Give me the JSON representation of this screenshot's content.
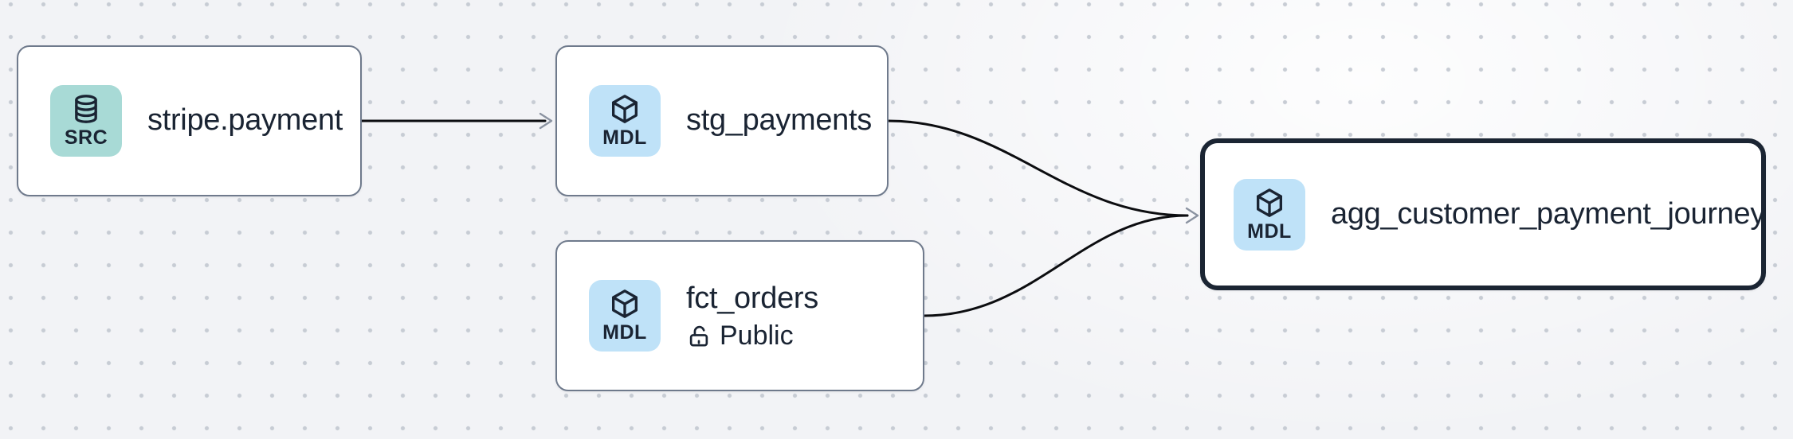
{
  "canvas": {
    "type": "lineage-graph",
    "grid": "dotted"
  },
  "colors": {
    "canvas_background": "#f2f3f6",
    "grid_dot": "#c7ccd4",
    "node_background": "#ffffff",
    "node_border": "#6f7a8c",
    "selected_node_border": "#1b2533",
    "source_badge_background": "#a8dad6",
    "model_badge_background": "#bfe2f8",
    "text": "#1a2433",
    "edge": "#0c0d10",
    "arrowhead": "#8b93a1"
  },
  "nodes": [
    {
      "title": "stripe.payment",
      "badge_label": "SRC",
      "badge_icon": "database-icon",
      "type": "source",
      "selected": false
    },
    {
      "title": "stg_payments",
      "badge_label": "MDL",
      "badge_icon": "cube-icon",
      "type": "model",
      "selected": false
    },
    {
      "title": "fct_orders",
      "badge_label": "MDL",
      "badge_icon": "cube-icon",
      "type": "model",
      "access": "Public",
      "access_icon": "unlock-icon",
      "selected": false
    },
    {
      "title": "agg_customer_payment_journey",
      "badge_label": "MDL",
      "badge_icon": "cube-icon",
      "type": "model",
      "selected": true
    }
  ],
  "edges": [
    {
      "from": "stripe.payment",
      "to": "stg_payments"
    },
    {
      "from": "stg_payments",
      "to": "agg_customer_payment_journey"
    },
    {
      "from": "fct_orders",
      "to": "agg_customer_payment_journey"
    }
  ]
}
